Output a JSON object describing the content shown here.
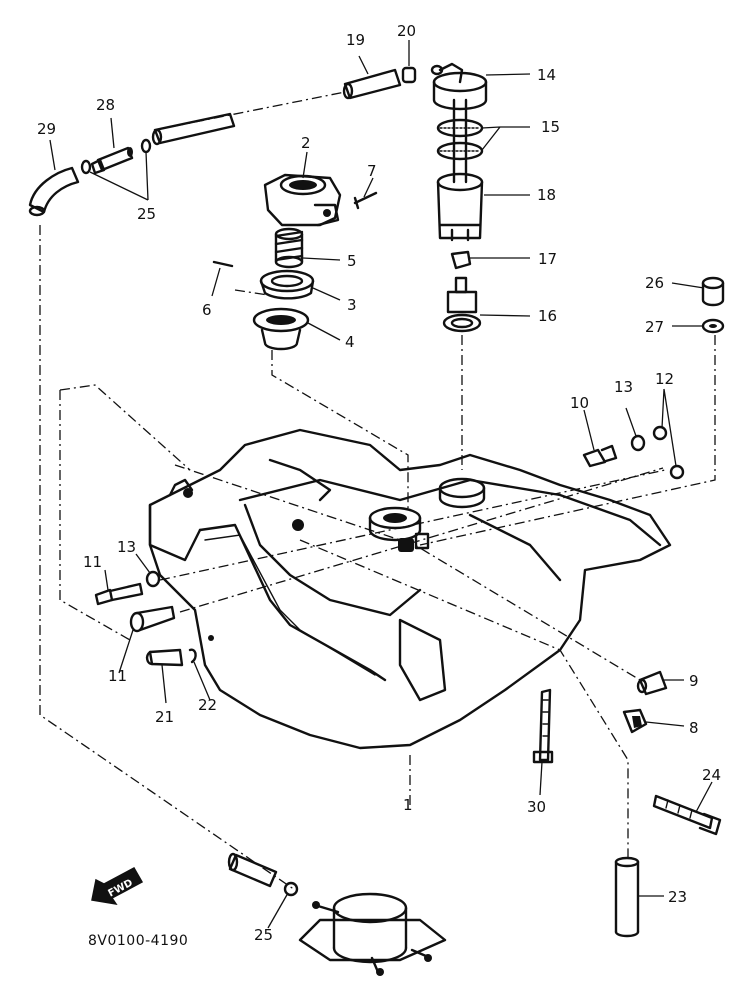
{
  "diagram": {
    "code": "8V0100-4190",
    "direction_label": "FWD",
    "callouts": {
      "c1": "1",
      "c2": "2",
      "c3": "3",
      "c4": "4",
      "c5": "5",
      "c6": "6",
      "c7": "7",
      "c8": "8",
      "c9": "9",
      "c10": "10",
      "c11a": "11",
      "c11b": "11",
      "c12": "12",
      "c13a": "13",
      "c13b": "13",
      "c14": "14",
      "c15": "15",
      "c16": "16",
      "c17": "17",
      "c18": "18",
      "c19": "19",
      "c20": "20",
      "c21": "21",
      "c22": "22",
      "c23": "23",
      "c24": "24",
      "c25a": "25",
      "c25b": "25",
      "c26": "26",
      "c27": "27",
      "c28": "28",
      "c29": "29",
      "c30": "30"
    }
  }
}
